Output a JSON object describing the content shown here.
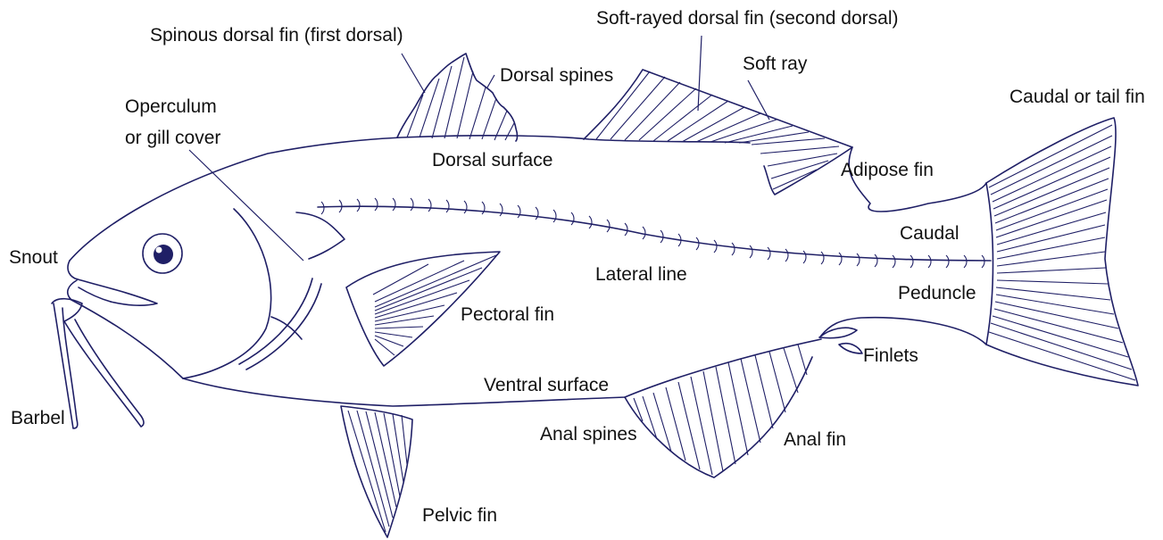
{
  "colors": {
    "line": "#1f1f66",
    "text": "#111111",
    "background": "#ffffff"
  },
  "labels": {
    "spinous_dorsal": "Spinous dorsal fin (first dorsal)",
    "soft_rayed_dorsal": "Soft-rayed dorsal fin (second dorsal)",
    "dorsal_spines": "Dorsal spines",
    "soft_ray": "Soft ray",
    "caudal_fin": "Caudal or tail fin",
    "operculum_1": "Operculum",
    "operculum_2": "or gill cover",
    "dorsal_surface": "Dorsal surface",
    "adipose_fin": "Adipose fin",
    "snout": "Snout",
    "caudal": "Caudal",
    "lateral_line": "Lateral line",
    "peduncle": "Peduncle",
    "pectoral_fin": "Pectoral fin",
    "finlets": "Finlets",
    "ventral_surface": "Ventral surface",
    "barbel": "Barbel",
    "anal_spines": "Anal spines",
    "anal_fin": "Anal fin",
    "pelvic_fin": "Pelvic fin"
  }
}
